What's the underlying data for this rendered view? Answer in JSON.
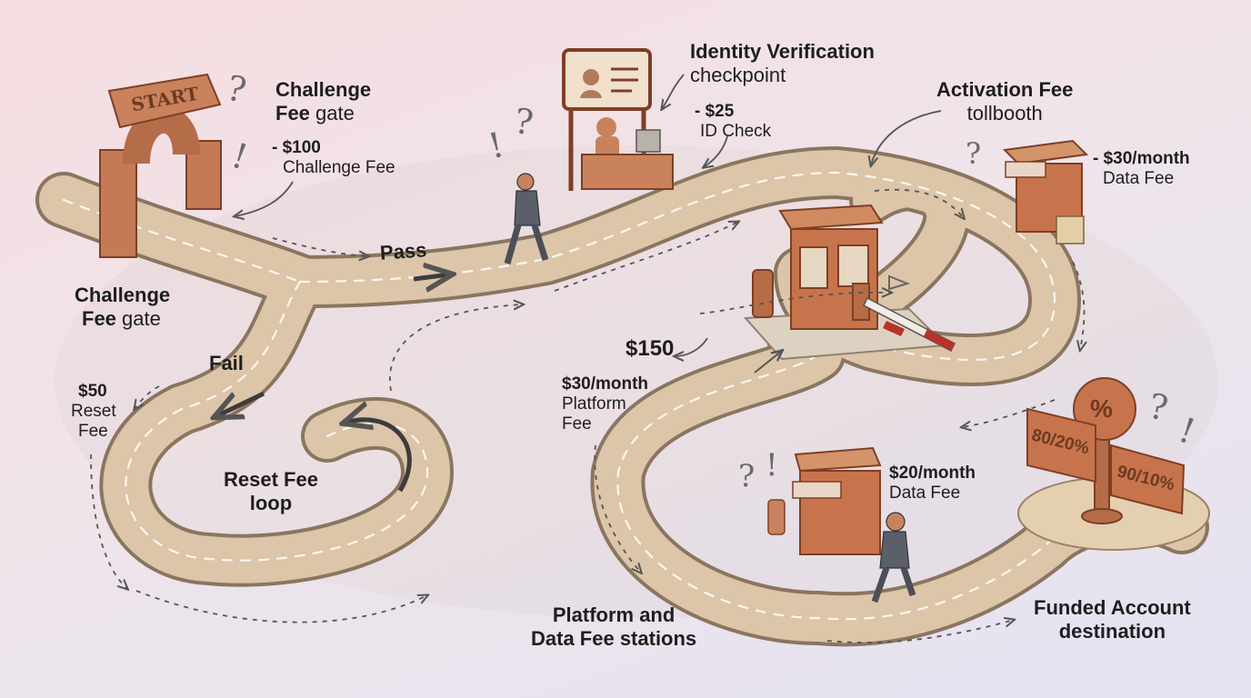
{
  "labels": {
    "challenge_top": {
      "line1": "Challenge",
      "line2_bold": "Fee",
      "line2_rest": " gate"
    },
    "challenge_cost": {
      "amount": "- $100",
      "name": "Challenge Fee"
    },
    "challenge_left": {
      "line1": "Challenge",
      "line2_bold": "Fee",
      "line2_rest": " gate"
    },
    "start_sign": "START",
    "pass": "Pass",
    "fail": "Fail",
    "reset_cost": {
      "amount": "$50",
      "line2": "Reset",
      "line3": "Fee"
    },
    "reset_loop": {
      "line1": "Reset Fee",
      "line2": "loop"
    },
    "identity": {
      "line1": "Identity Verification",
      "line2": "checkpoint"
    },
    "identity_cost": {
      "amount": "- $25",
      "name": "ID Check"
    },
    "activation": {
      "line1": "Activation Fee",
      "line2": "tollbooth"
    },
    "activation_cost": "$150",
    "data_fee_top": {
      "amount": "- $30/month",
      "name": "Data Fee"
    },
    "platform_cost": {
      "amount": "$30/month",
      "line2": "Platform",
      "line3": "Fee"
    },
    "data_fee_bottom": {
      "amount": "$20/month",
      "name": "Data Fee"
    },
    "platform_stations": {
      "line1": "Platform and",
      "line2": "Data Fee stations"
    },
    "funded": {
      "line1": "Funded Account",
      "line2": "destination"
    },
    "sign_percent": "%",
    "sign_left": "80/20%",
    "sign_right": "90/10%"
  },
  "colors": {
    "road": "#dcc5a8",
    "road_edge": "#8a7560",
    "clay": "#c87a52",
    "clay_dark": "#8e4a2c",
    "arrow_dark": "#3c3c3c",
    "barrier_red": "#b8322a"
  }
}
